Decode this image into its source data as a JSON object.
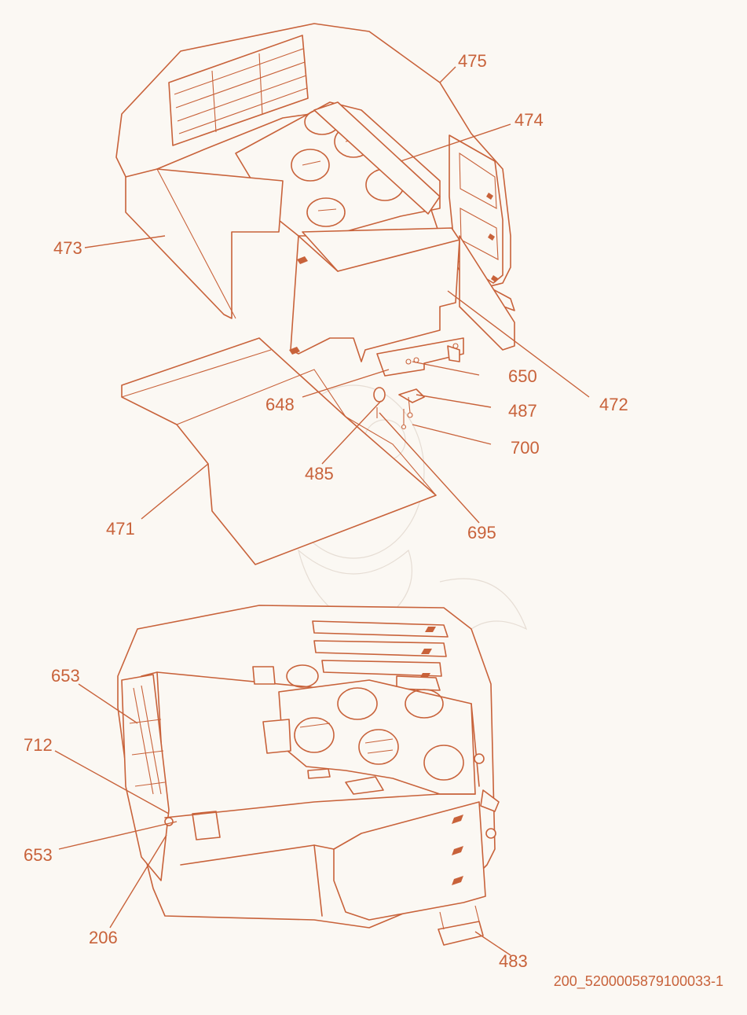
{
  "callouts": [
    {
      "id": "c475",
      "text": "475"
    },
    {
      "id": "c474",
      "text": "474"
    },
    {
      "id": "c473",
      "text": "473"
    },
    {
      "id": "c472",
      "text": "472"
    },
    {
      "id": "c650",
      "text": "650"
    },
    {
      "id": "c648",
      "text": "648"
    },
    {
      "id": "c487",
      "text": "487"
    },
    {
      "id": "c700",
      "text": "700"
    },
    {
      "id": "c485",
      "text": "485"
    },
    {
      "id": "c695",
      "text": "695"
    },
    {
      "id": "c471",
      "text": "471"
    },
    {
      "id": "c653a",
      "text": "653"
    },
    {
      "id": "c712",
      "text": "712"
    },
    {
      "id": "c653b",
      "text": "653"
    },
    {
      "id": "c206",
      "text": "206"
    },
    {
      "id": "c483",
      "text": "483"
    }
  ],
  "document_code": "200_5200005879100033-1",
  "colors": {
    "ink": "#c8623a",
    "background": "#fbf8f3"
  }
}
